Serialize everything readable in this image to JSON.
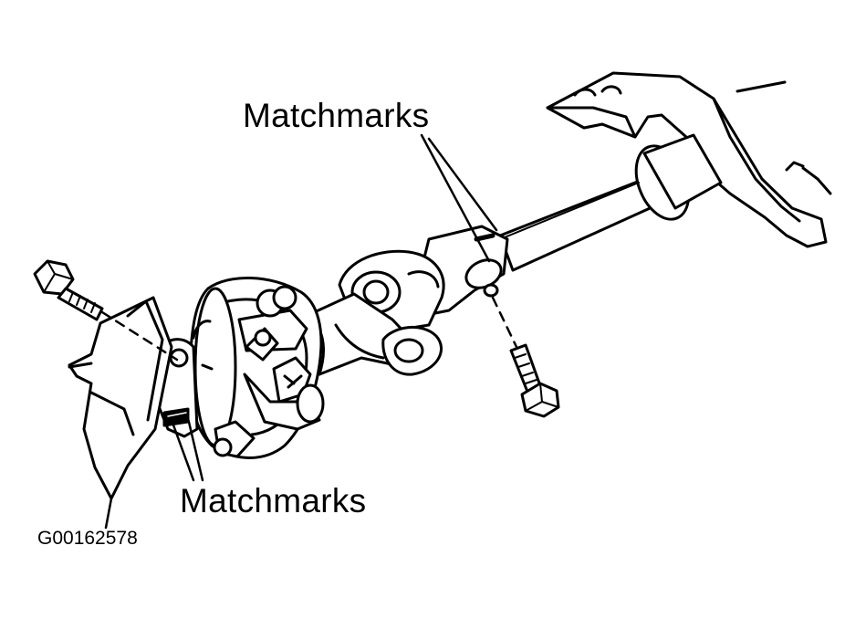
{
  "diagram": {
    "label_top": "Matchmarks",
    "label_bottom": "Matchmarks",
    "figure_code": "G00162578"
  },
  "colors": {
    "ink": "#000000",
    "paper": "#ffffff"
  }
}
